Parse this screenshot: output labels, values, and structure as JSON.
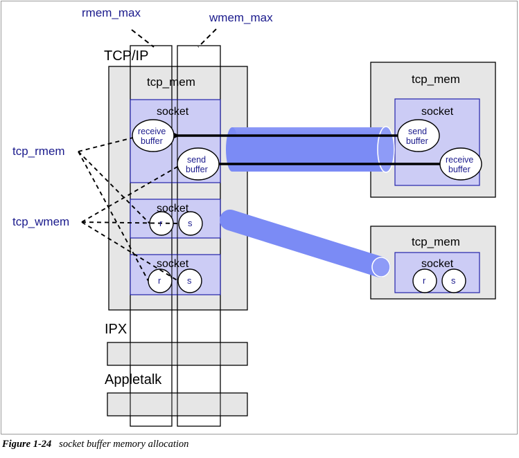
{
  "figure": {
    "number": "Figure 1-24",
    "caption": "socket buffer memory allocation"
  },
  "annotations": {
    "rmem_max": "rmem_max",
    "wmem_max": "wmem_max",
    "tcp_rmem": "tcp_rmem",
    "tcp_wmem": "tcp_wmem"
  },
  "protocol_stack": {
    "layers": [
      {
        "name": "TCP/IP"
      },
      {
        "name": "IPX"
      },
      {
        "name": "Appletalk"
      }
    ]
  },
  "local_host": {
    "tcp_mem_label": "tcp_mem",
    "sockets": [
      {
        "label": "socket",
        "buffers": [
          {
            "name": "receive buffer",
            "line1": "receive",
            "line2": "buffer",
            "short": "r"
          },
          {
            "name": "send buffer",
            "line1": "send",
            "line2": "buffer",
            "short": "s"
          }
        ]
      },
      {
        "label": "socket",
        "buffers": [
          {
            "name": "receive buffer",
            "short": "r"
          },
          {
            "name": "send buffer",
            "short": "s"
          }
        ]
      },
      {
        "label": "socket",
        "buffers": [
          {
            "name": "receive buffer",
            "short": "r"
          },
          {
            "name": "send buffer",
            "short": "s"
          }
        ]
      }
    ]
  },
  "remote_hosts": [
    {
      "tcp_mem_label": "tcp_mem",
      "socket_label": "socket",
      "buffers": [
        {
          "name": "send buffer",
          "line1": "send",
          "line2": "buffer"
        },
        {
          "name": "receive buffer",
          "line1": "receive",
          "line2": "buffer"
        }
      ]
    },
    {
      "tcp_mem_label": "tcp_mem",
      "socket_label": "socket",
      "buffers": [
        {
          "name": "receive buffer",
          "short": "r"
        },
        {
          "name": "send buffer",
          "short": "s"
        }
      ]
    }
  ],
  "colors": {
    "socket_fill": "#ccccf5",
    "mem_fill": "#e6e6e6",
    "pipe_fill": "#7b8bf5",
    "label_text": "#1a1a8c",
    "stroke": "#000000"
  }
}
